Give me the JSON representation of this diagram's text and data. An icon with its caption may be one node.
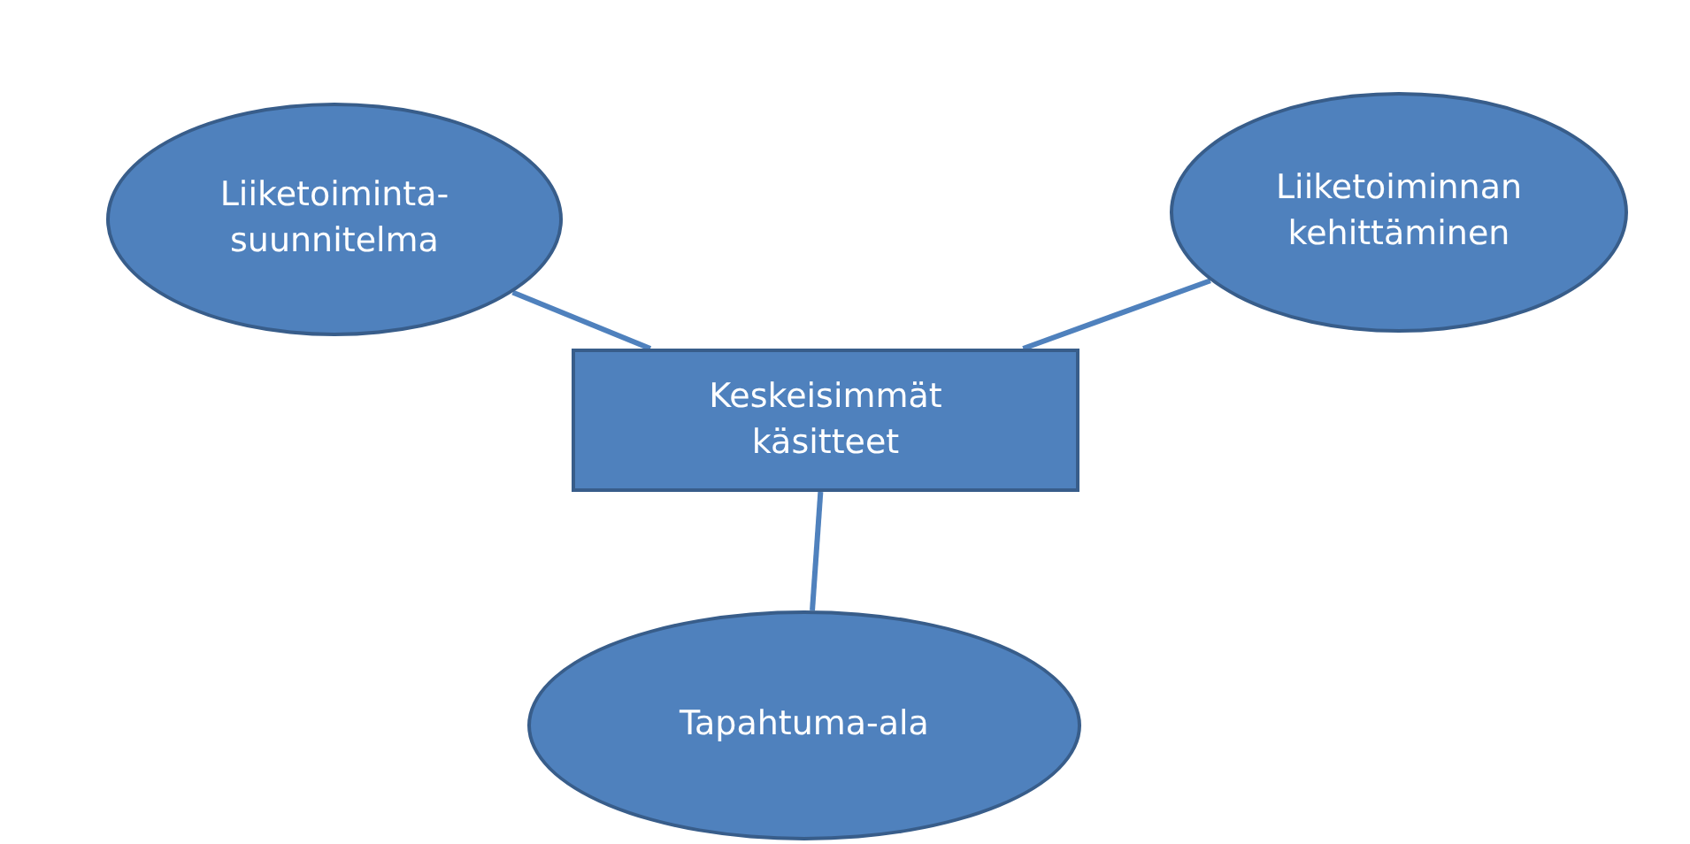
{
  "diagram": {
    "nodes": [
      {
        "text": [
          "Liiketoiminta-suunnitelma"
        ]
      },
      {
        "text": [
          "Liiketoiminnan kehittäminen"
        ]
      },
      {
        "text": [
          "Keskeisimmät käsitteet"
        ]
      },
      {
        "text": [
          "Tapahtuma-ala"
        ]
      }
    ],
    "edges": [
      {
        "from": 0,
        "to": 2,
        "arrow": "none"
      },
      {
        "from": 1,
        "to": 2,
        "arrow": "none"
      },
      {
        "from": 2,
        "to": 3,
        "arrow": "none"
      }
    ]
  }
}
